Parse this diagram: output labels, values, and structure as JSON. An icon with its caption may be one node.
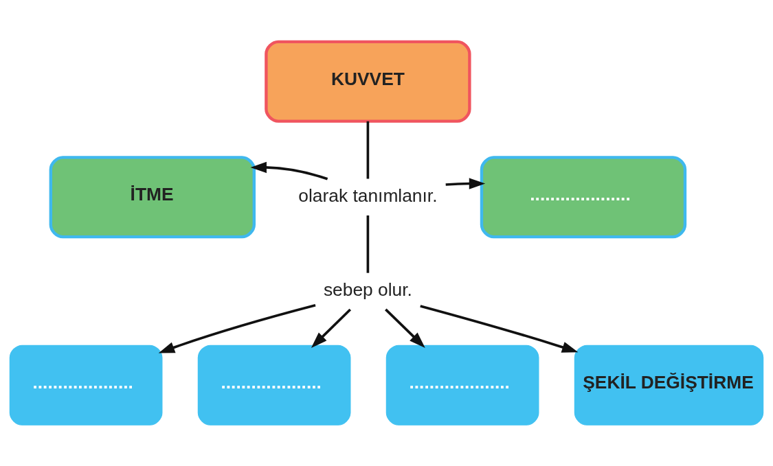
{
  "diagram": {
    "nodes": [
      {
        "text": [
          "KUVVET"
        ]
      },
      {
        "text": [
          "olarak tanımlanır."
        ]
      },
      {
        "text": [
          "İTME"
        ]
      },
      {
        "text": [
          "...................."
        ]
      },
      {
        "text": [
          "sebep olur."
        ]
      },
      {
        "text": [
          "...................."
        ]
      },
      {
        "text": [
          "...................."
        ]
      },
      {
        "text": [
          "...................."
        ]
      },
      {
        "text": [
          "ŞEKİL DEĞİŞTİRME"
        ]
      }
    ],
    "edges": [
      {
        "from": 0,
        "to": 1,
        "arrow": "none"
      },
      {
        "from": 1,
        "to": 2,
        "arrow": "to"
      },
      {
        "from": 1,
        "to": 3,
        "arrow": "to"
      },
      {
        "from": 1,
        "to": 4,
        "arrow": "none"
      },
      {
        "from": 4,
        "to": 5,
        "arrow": "to"
      },
      {
        "from": 4,
        "to": 6,
        "arrow": "to"
      },
      {
        "from": 4,
        "to": 7,
        "arrow": "to"
      },
      {
        "from": 4,
        "to": 8,
        "arrow": "to"
      }
    ]
  }
}
